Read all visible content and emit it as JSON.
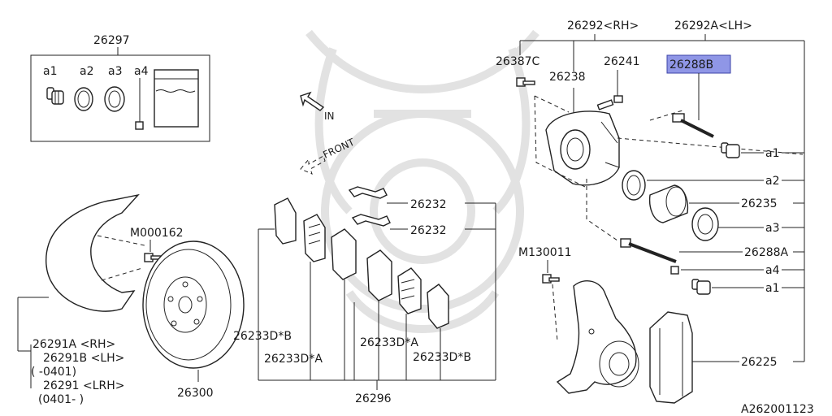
{
  "labels": {
    "kit": "26297",
    "kit_a1": "a1",
    "kit_a2": "a2",
    "kit_a3": "a3",
    "kit_a4": "a4",
    "caliper_rh": "26292<RH>",
    "caliper_lh": "26292A<LH>",
    "bolt_26387c": "26387C",
    "p26241": "26241",
    "p26238": "26238",
    "p26288b": "26288B",
    "a1_top": "a1",
    "a2": "a2",
    "p26235": "26235",
    "a3": "a3",
    "p26288a": "26288A",
    "a4": "a4",
    "a1_bottom": "a1",
    "m130011": "M130011",
    "p26225": "26225",
    "in_arrow": "IN",
    "front_arrow": "FRONT",
    "m000162": "M000162",
    "clip_top": "26232",
    "clip_bottom": "26232",
    "pad_b_left": "26233D*B",
    "pad_a_left": "26233D*A",
    "pad_a_right": "26233D*A",
    "pad_b_right": "26233D*B",
    "pad_set": "26296",
    "rotor": "26300",
    "cover_rh": "26291A <RH>",
    "cover_lh": "26291B <LH>",
    "cover_range1": "(     -0401)",
    "cover_lrh": "26291  <LRH>",
    "cover_range2": "(0401-    )",
    "diagram_code": "A262001123"
  },
  "colors": {
    "highlight": "#8f96e6",
    "line": "#222222",
    "watermark": "#e2e2e2"
  }
}
